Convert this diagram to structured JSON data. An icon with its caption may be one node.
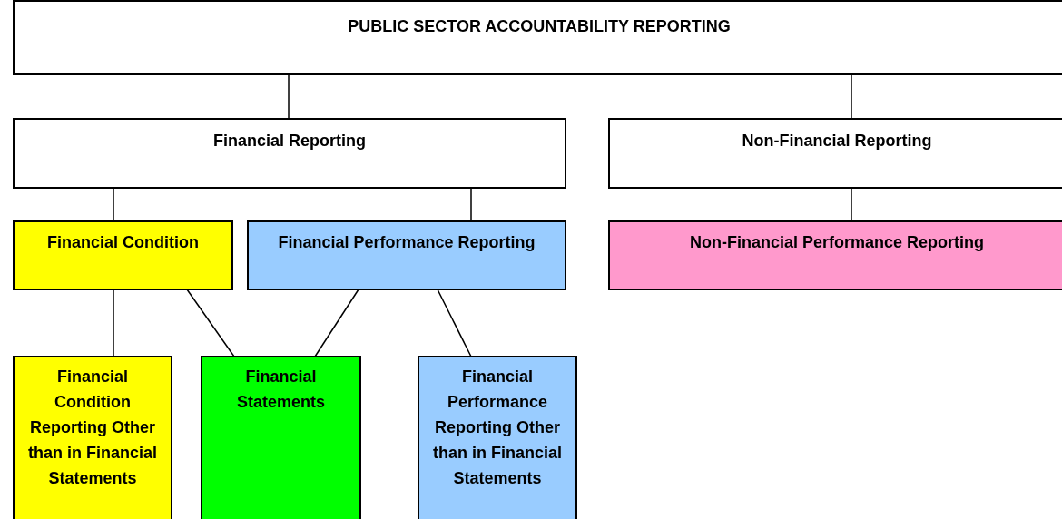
{
  "diagram": {
    "nodes": [
      {
        "text": [
          "PUBLIC SECTOR ACCOUNTABILITY REPORTING"
        ]
      },
      {
        "text": [
          "Financial Reporting"
        ]
      },
      {
        "text": [
          "Non-Financial Reporting"
        ]
      },
      {
        "text": [
          "Financial Condition"
        ]
      },
      {
        "text": [
          "Financial Performance Reporting"
        ]
      },
      {
        "text": [
          "Non-Financial Performance Reporting"
        ]
      },
      {
        "text": [
          "Financial Condition Reporting Other than in Financial Statements"
        ]
      },
      {
        "text": [
          "Financial Statements"
        ]
      },
      {
        "text": [
          "Financial Performance Reporting Other than in Financial Statements"
        ]
      }
    ],
    "edges": [
      {
        "from": 0,
        "to": 1,
        "arrow": "none"
      },
      {
        "from": 0,
        "to": 2,
        "arrow": "none"
      },
      {
        "from": 1,
        "to": 3,
        "arrow": "none"
      },
      {
        "from": 1,
        "to": 4,
        "arrow": "none"
      },
      {
        "from": 2,
        "to": 5,
        "arrow": "none"
      },
      {
        "from": 3,
        "to": 6,
        "arrow": "none"
      },
      {
        "from": 3,
        "to": 7,
        "arrow": "none"
      },
      {
        "from": 4,
        "to": 7,
        "arrow": "none"
      },
      {
        "from": 4,
        "to": 8,
        "arrow": "none"
      }
    ]
  }
}
